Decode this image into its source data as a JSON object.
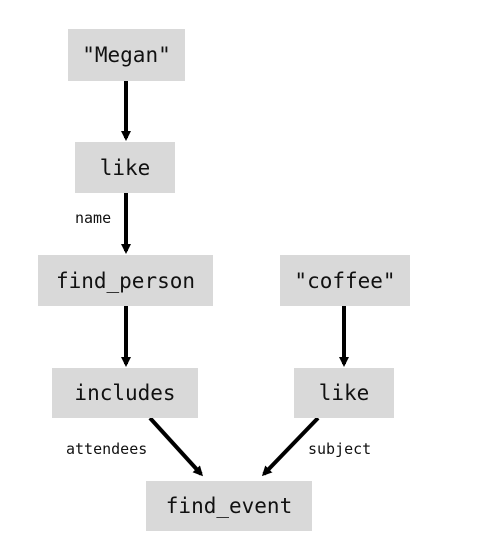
{
  "nodes": {
    "megan": "\"Megan\"",
    "like_top": "like",
    "find_person": "find_person",
    "coffee": "\"coffee\"",
    "includes": "includes",
    "like_right": "like",
    "find_event": "find_event"
  },
  "edge_labels": {
    "name": "name",
    "attendees": "attendees",
    "subject": "subject"
  },
  "colors": {
    "node_fill": "#d9d9d9",
    "arrow": "#000000",
    "text": "#111111"
  }
}
